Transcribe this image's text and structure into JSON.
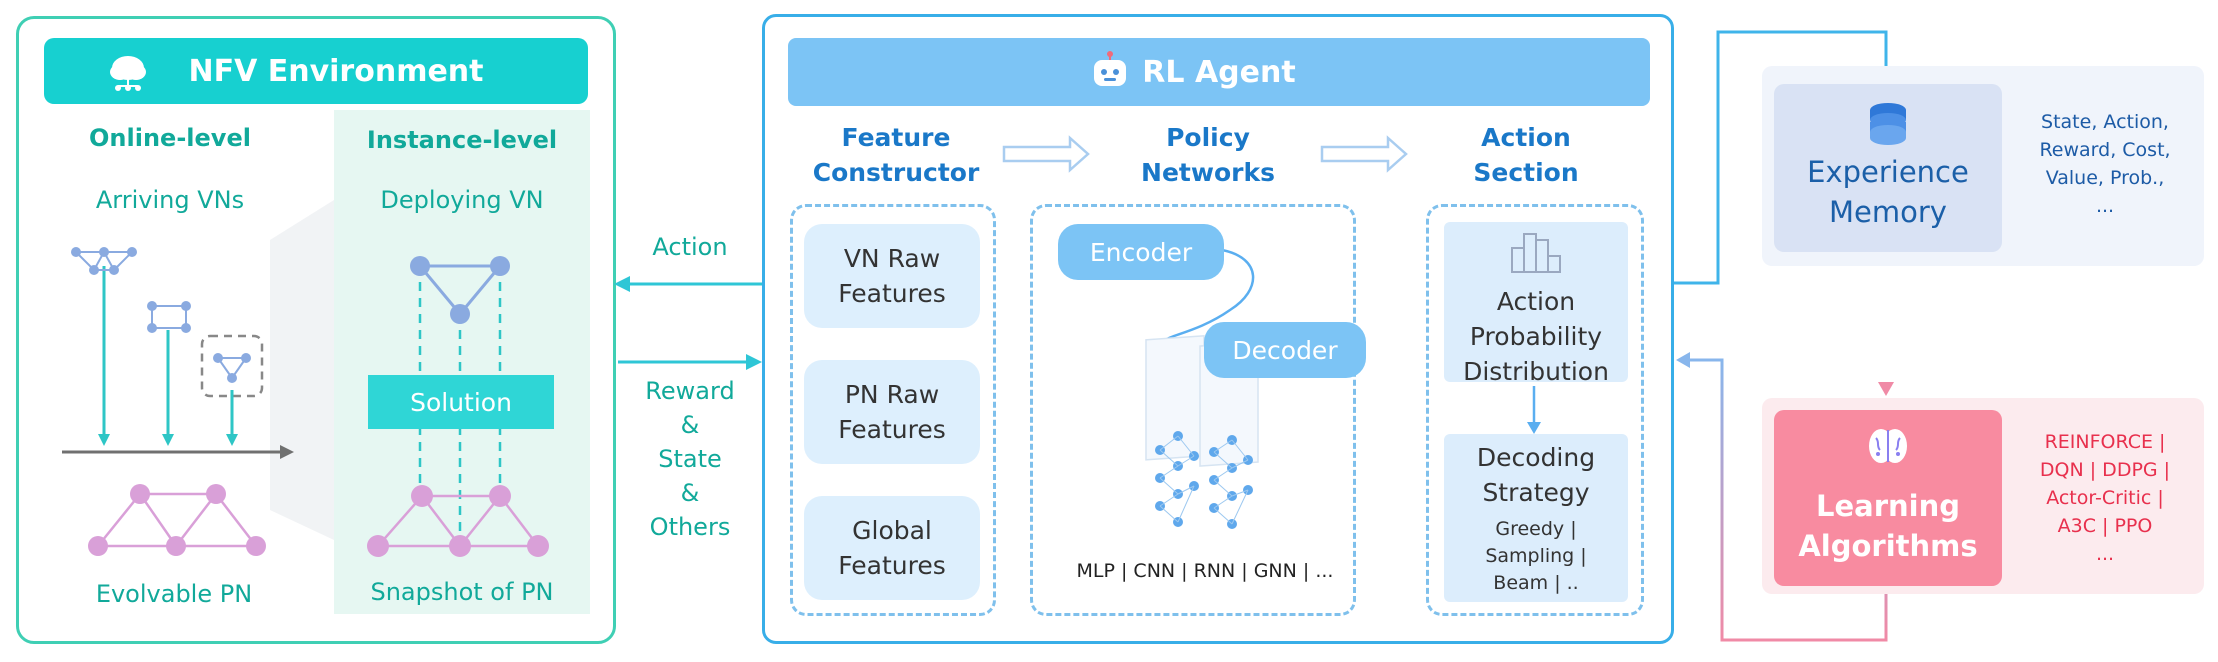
{
  "nfv": {
    "title": "NFV Environment",
    "online_level": "Online-level",
    "instance_level": "Instance-level",
    "arriving_vns": "Arriving VNs",
    "deploying_vn": "Deploying VN",
    "solution": "Solution",
    "evolvable_pn": "Evolvable PN",
    "snapshot_pn": "Snapshot of PN"
  },
  "links": {
    "action": "Action",
    "reward": "Reward",
    "amp1": "&",
    "state": "State",
    "amp2": "&",
    "others": "Others"
  },
  "agent": {
    "title": "RL Agent",
    "feature_constructor": [
      "Feature",
      "Constructor"
    ],
    "policy_networks": [
      "Policy",
      "Networks"
    ],
    "action_section": [
      "Action",
      "Section"
    ],
    "features": [
      [
        "VN Raw",
        "Features"
      ],
      [
        "PN Raw",
        "Features"
      ],
      [
        "Global",
        "Features"
      ]
    ],
    "encoder": "Encoder",
    "decoder": "Decoder",
    "nn_types": "MLP | CNN | RNN | GNN | ...",
    "action_prob": [
      "Action",
      "Probability",
      "Distribution"
    ],
    "decoding": [
      "Decoding",
      "Strategy"
    ],
    "decoding_options": [
      "Greedy |",
      "Sampling |",
      "Beam | .."
    ]
  },
  "memory": {
    "title": [
      "Experience",
      "Memory"
    ],
    "items": [
      "State, Action,",
      "Reward, Cost,",
      "Value, Prob.,",
      "..."
    ]
  },
  "learning": {
    "title": [
      "Learning",
      "Algorithms"
    ],
    "items": [
      "REINFORCE |",
      "DQN | DDPG |",
      "Actor-Critic |",
      "A3C | PPO",
      "..."
    ]
  },
  "colors": {
    "teal": "#17d0d0",
    "teal_text": "#11a99a",
    "agent_blue": "#7cc4f5",
    "heading_blue": "#1a78c8",
    "learning_pink": "#f88ba0",
    "memory_blue": "#d9e2f4"
  },
  "icons": [
    "cloud-network-icon",
    "robot-icon",
    "database-icon",
    "bar-chart-icon",
    "brain-icon",
    "neural-network-icon"
  ]
}
